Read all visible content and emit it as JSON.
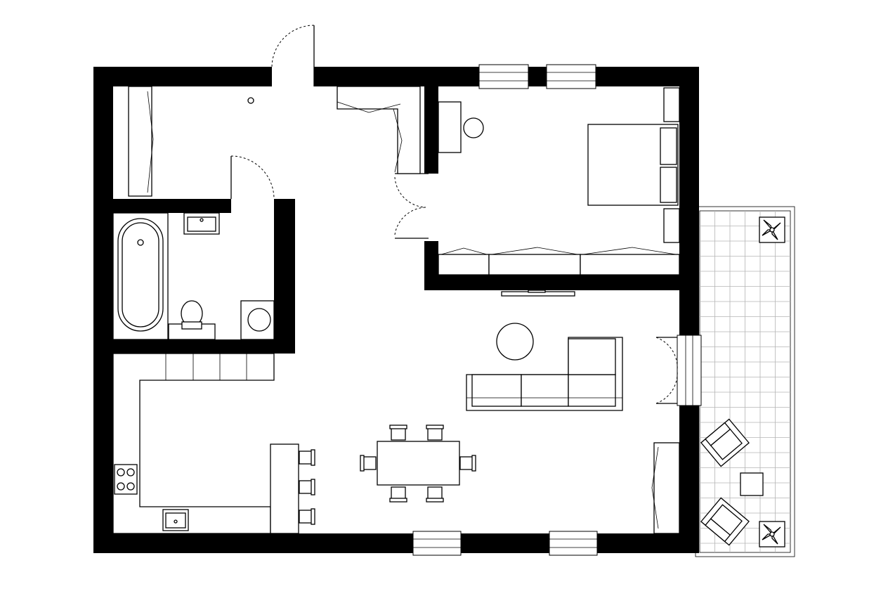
{
  "plan": {
    "colors": {
      "wall": "#000000",
      "background": "#ffffff",
      "tile_grid": "#b4b4b4"
    },
    "rooms": [
      "hallway",
      "bathroom",
      "bedroom",
      "kitchen",
      "living-room",
      "balcony"
    ],
    "icons": [
      "door-swing-icon",
      "bathtub-icon",
      "toilet-icon",
      "washing-machine-icon",
      "sink-icon",
      "double-bed-icon",
      "sofa-icon",
      "dining-table-icon",
      "stove-icon",
      "armchair-icon",
      "potted-plant-icon"
    ],
    "counts": {
      "dining_chairs": 6,
      "bar_stools": 3,
      "balcony_armchairs": 2,
      "balcony_plants": 2
    }
  }
}
